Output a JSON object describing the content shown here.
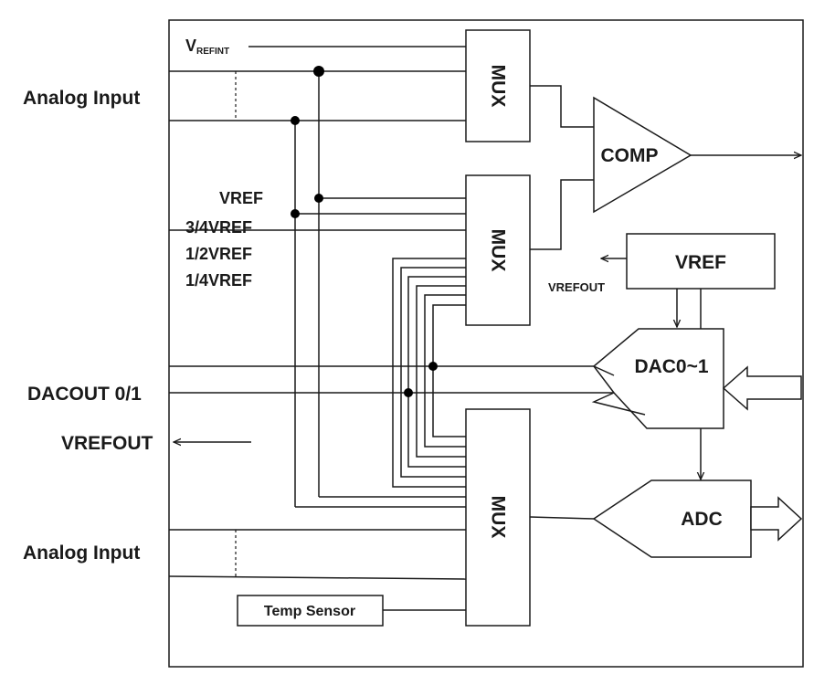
{
  "diagram": {
    "left_labels": {
      "vrefint_main": "V",
      "vrefint_sub": "REFINT",
      "analog_input_top": "Analog Input",
      "vref": "VREF",
      "vref_3_4": "3/4VREF",
      "vref_1_2": "1/2VREF",
      "vref_1_4": "1/4VREF",
      "dacout": "DACOUT 0/1",
      "vrefout": "VREFOUT",
      "analog_input_bottom": "Analog Input"
    },
    "blocks": {
      "mux_top": "MUX",
      "mux_mid": "MUX",
      "mux_bottom": "MUX",
      "comp": "COMP",
      "vref_block": "VREF",
      "vrefout_small": "VREFOUT",
      "dac": "DAC0~1",
      "adc": "ADC",
      "temp_sensor": "Temp Sensor"
    }
  }
}
